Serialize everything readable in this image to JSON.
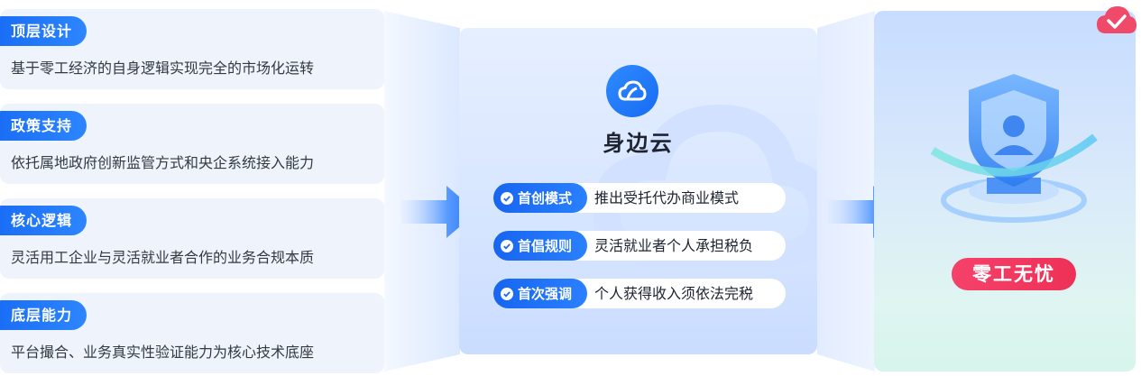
{
  "features": [
    {
      "tag": "顶层设计",
      "desc": "基于零工经济的自身逻辑实现完全的市场化运转"
    },
    {
      "tag": "政策支持",
      "desc": "依托属地政府创新监管方式和央企系统接入能力"
    },
    {
      "tag": "核心逻辑",
      "desc": "灵活用工企业与灵活就业者合作的业务合规本质"
    },
    {
      "tag": "底层能力",
      "desc": "平台撮合、业务真实性验证能力为核心技术底座"
    }
  ],
  "center": {
    "brand": "身边云",
    "items": [
      {
        "badge": "首创模式",
        "text": "推出受托代办商业模式"
      },
      {
        "badge": "首倡规则",
        "text": "灵活就业者个人承担税负"
      },
      {
        "badge": "首次强调",
        "text": "个人获得收入须依法完税"
      }
    ]
  },
  "right": {
    "slogan": "零工无忧"
  },
  "colors": {
    "primary": "#1a6ef5",
    "accent": "#f5426a",
    "card_bg": "#eef3fc"
  }
}
